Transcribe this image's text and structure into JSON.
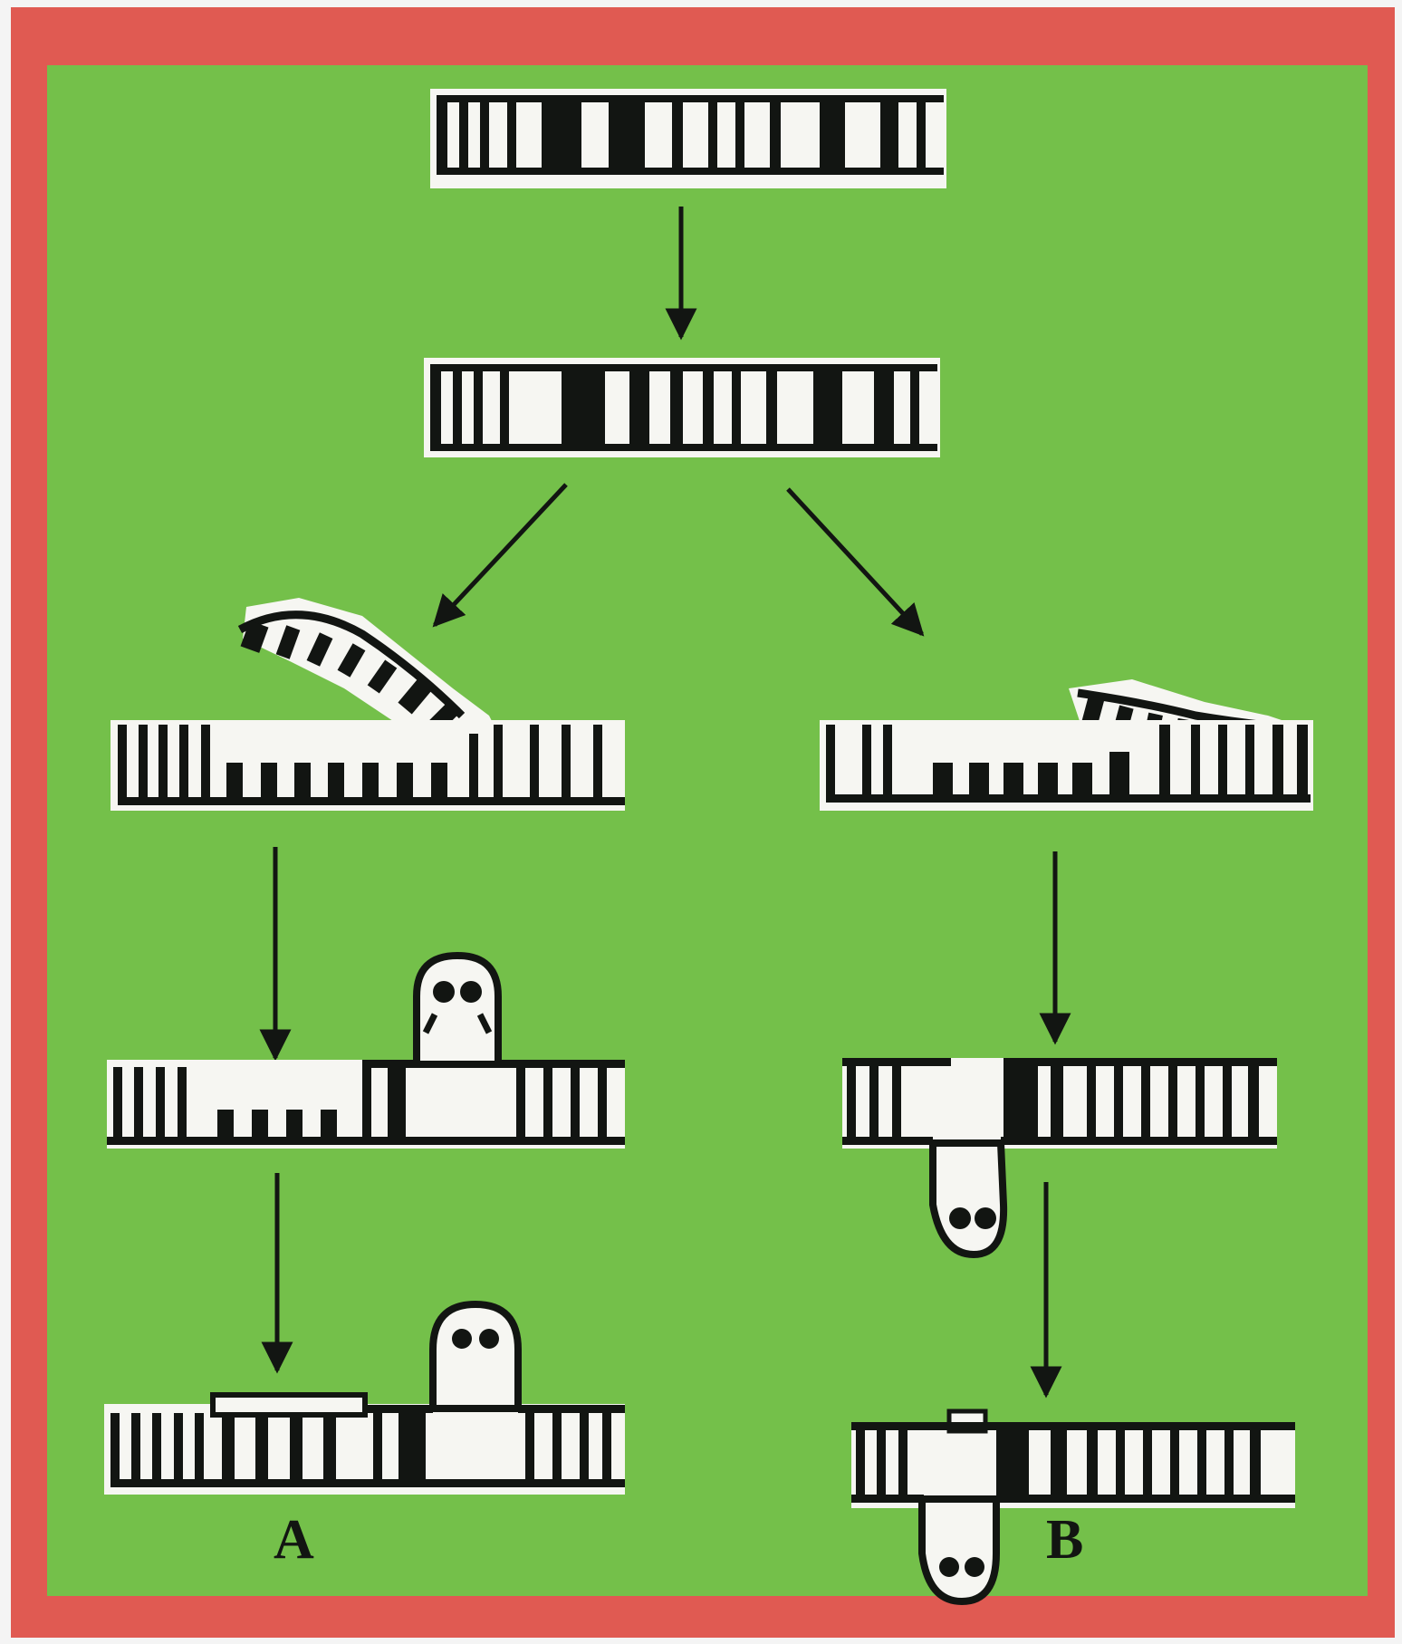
{
  "colors": {
    "border": "#e05a52",
    "background": "#74c04a",
    "ink": "#121512",
    "paper": "#f6f6f2"
  },
  "labels": {
    "a": "A",
    "b": "B"
  },
  "steps": [
    "original-duplex",
    "slipped-duplex",
    "slipped-strand-left",
    "slipped-strand-right",
    "hairpin-loop-top",
    "hairpin-loop-bottom",
    "repaired-hairpin-a",
    "repaired-hairpin-b"
  ]
}
